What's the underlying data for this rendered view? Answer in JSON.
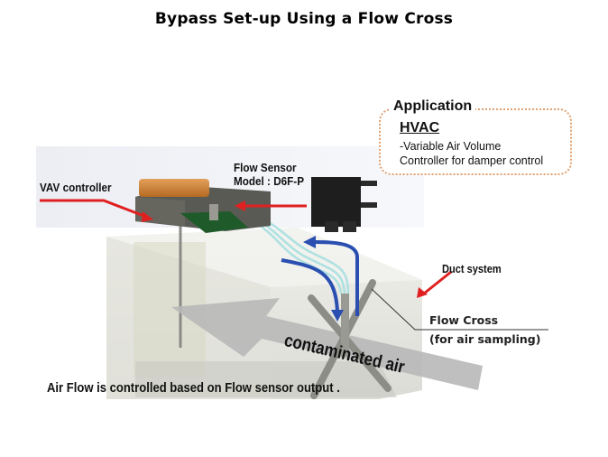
{
  "slide": {
    "title": "Bypass Set-up Using a Flow Cross"
  },
  "application_box": {
    "heading": "Application",
    "category": "HVAC",
    "lines": [
      "-Variable Air Volume",
      "Controller for damper control"
    ]
  },
  "labels": {
    "vav_controller": "VAV controller",
    "flow_sensor_line1": "Flow Sensor",
    "flow_sensor_line2": "Model : D6F-P",
    "duct_system": "Duct system",
    "flow_cross_line1": "Flow Cross",
    "flow_cross_line2": "(for air sampling)",
    "contaminated_air": "contaminated air",
    "bottom_note": "Air Flow is controlled based on Flow sensor output ."
  },
  "colors": {
    "callout_arrow": "#e02020",
    "flow_arrow": "#2a4fb0",
    "box_border": "#e0a070",
    "controller_lid": "#c8782a",
    "controller_body": "#5a5a55",
    "pcb": "#1f5a2a",
    "duct": "#e6e6e0",
    "air_arrow": "#bdbdbd"
  }
}
